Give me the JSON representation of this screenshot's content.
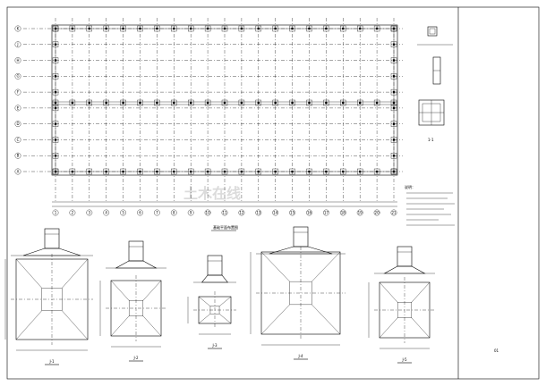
{
  "plan": {
    "column_axes": [
      "1",
      "2",
      "3",
      "4",
      "5",
      "6",
      "7",
      "8",
      "9",
      "10",
      "11",
      "12",
      "13",
      "14",
      "15",
      "16",
      "17",
      "18",
      "19",
      "20",
      "21"
    ],
    "row_axes": [
      "A",
      "B",
      "C",
      "D",
      "E",
      "F",
      "G",
      "H",
      "J",
      "K"
    ],
    "caption": "基础平面布置图"
  },
  "sections": [
    {
      "label": "J-1"
    },
    {
      "label": "J-2"
    },
    {
      "label": "J-3"
    },
    {
      "label": "J-4"
    },
    {
      "label": "J-5"
    }
  ],
  "notes_title": "说明：",
  "watermark": "土木在线",
  "sheet_number": "01"
}
